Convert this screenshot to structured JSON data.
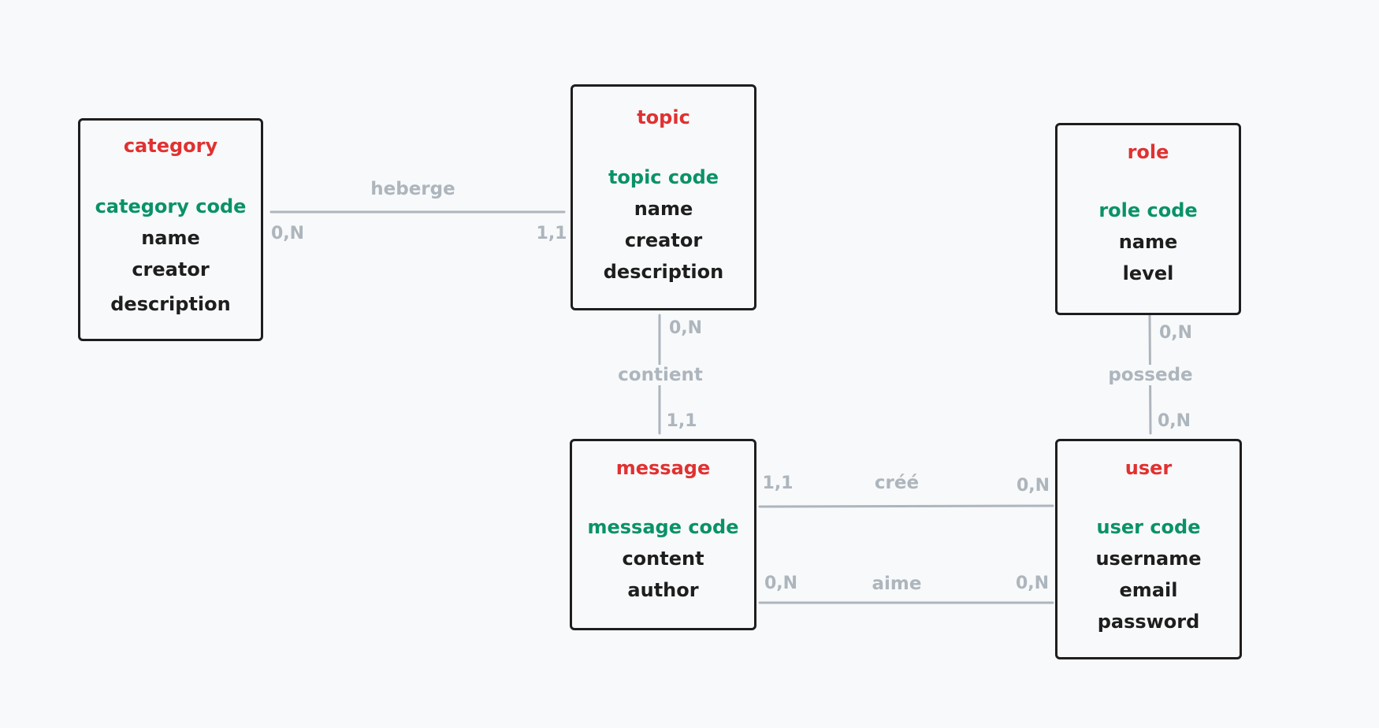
{
  "entities": {
    "category": {
      "title": "category",
      "key": "category code",
      "attributes": [
        "name",
        "creator",
        "description"
      ]
    },
    "topic": {
      "title": "topic",
      "key": "topic code",
      "attributes": [
        "name",
        "creator",
        "description"
      ]
    },
    "role": {
      "title": "role",
      "key": "role code",
      "attributes": [
        "name",
        "level"
      ]
    },
    "message": {
      "title": "message",
      "key": "message code",
      "attributes": [
        "content",
        "author"
      ]
    },
    "user": {
      "title": "user",
      "key": "user code",
      "attributes": [
        "username",
        "email",
        "password"
      ]
    }
  },
  "relations": {
    "heberge": {
      "label": "heberge",
      "card_a": "0,N",
      "card_b": "1,1"
    },
    "contient": {
      "label": "contient",
      "card_a": "0,N",
      "card_b": "1,1"
    },
    "possede": {
      "label": "possede",
      "card_a": "0,N",
      "card_b": "0,N"
    },
    "cree": {
      "label": "créé",
      "card_a": "1,1",
      "card_b": "0,N"
    },
    "aime": {
      "label": "aime",
      "card_a": "0,N",
      "card_b": "0,N"
    }
  },
  "colors": {
    "title": "#e03131",
    "key": "#099268",
    "text": "#1e1e1e",
    "connector": "#adb5bd",
    "background": "#f8f9fa"
  }
}
